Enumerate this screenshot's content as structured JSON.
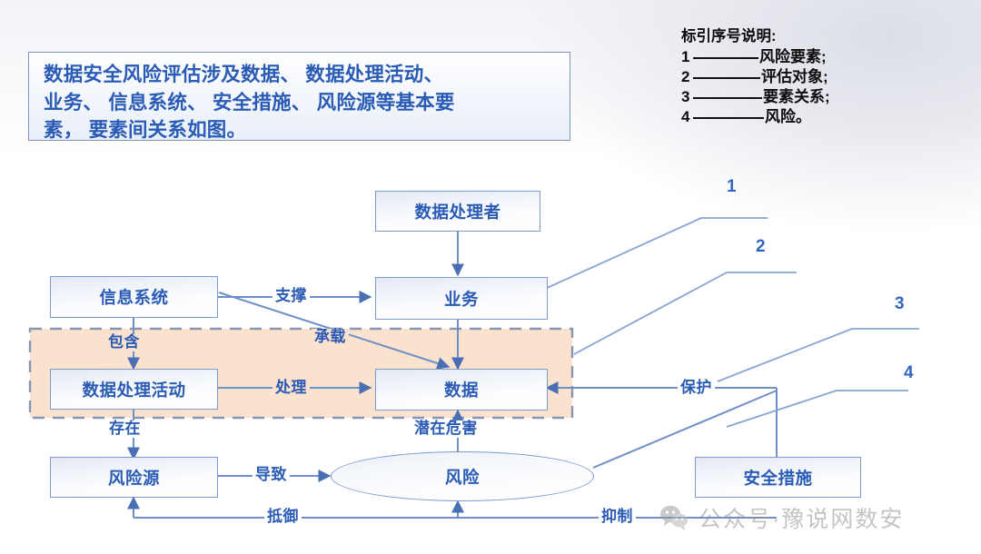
{
  "header": {
    "text": "数据安全风险评估涉及数据、 数据处理活动、\n业务、 信息系统、 安全措施、 风险源等基本要\n素， 要素间关系如图。"
  },
  "legend": {
    "title": "标引序号说明:",
    "items": [
      {
        "num": "1",
        "label": "风险要素;"
      },
      {
        "num": "2",
        "label": "评估对象;"
      },
      {
        "num": "3",
        "label": "要素关系;"
      },
      {
        "num": "4",
        "label": "风险。"
      }
    ]
  },
  "diagram": {
    "nodes": {
      "data_processor": "数据处理者",
      "information_system": "信息系统",
      "business": "业务",
      "data_processing_activity": "数据处理活动",
      "data": "数据",
      "risk_source": "风险源",
      "risk": "风险",
      "security_measures": "安全措施"
    },
    "edge_labels": {
      "support": "支撑",
      "contains": "包含",
      "carries": "承载",
      "process": "处理",
      "protect": "保护",
      "exists": "存在",
      "potential_harm": "潜在危害",
      "leads_to": "导致",
      "defend": "抵御",
      "suppress": "抑制"
    },
    "callouts": [
      {
        "num": "1"
      },
      {
        "num": "2"
      },
      {
        "num": "3"
      },
      {
        "num": "4"
      }
    ]
  },
  "watermark": {
    "icon": "wechat-icon",
    "text": "公众号·豫说网数安"
  },
  "colors": {
    "accent_blue": "#2a5bb5",
    "line_blue": "#7b9ad0",
    "scope_fill": "#fbe2ce",
    "scope_border": "#8896b4",
    "legend_text": "#0c0c0c",
    "watermark_grey": "#8f8f8f"
  }
}
